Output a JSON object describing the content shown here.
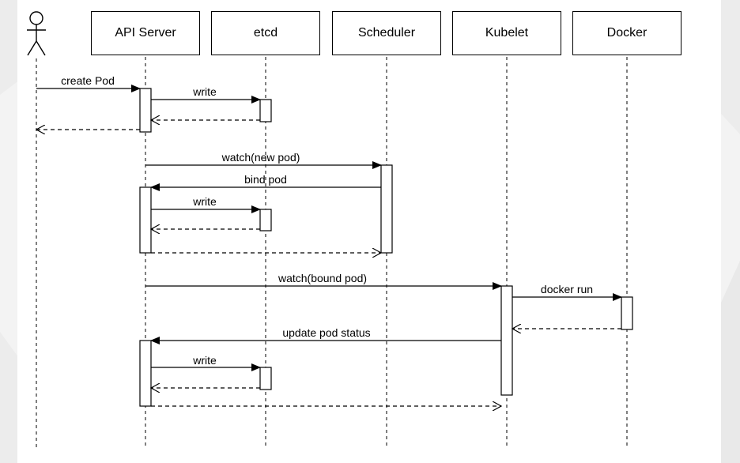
{
  "participants": [
    {
      "id": "user",
      "label": ""
    },
    {
      "id": "api",
      "label": "API Server"
    },
    {
      "id": "etcd",
      "label": "etcd"
    },
    {
      "id": "scheduler",
      "label": "Scheduler"
    },
    {
      "id": "kubelet",
      "label": "Kubelet"
    },
    {
      "id": "docker",
      "label": "Docker"
    }
  ],
  "messages": [
    {
      "from": "user",
      "to": "api",
      "label": "create Pod",
      "type": "sync"
    },
    {
      "from": "api",
      "to": "etcd",
      "label": "write",
      "type": "sync"
    },
    {
      "from": "etcd",
      "to": "api",
      "label": "",
      "type": "return"
    },
    {
      "from": "api",
      "to": "user",
      "label": "",
      "type": "return"
    },
    {
      "from": "api",
      "to": "scheduler",
      "label": "watch(new pod)",
      "type": "sync"
    },
    {
      "from": "scheduler",
      "to": "api",
      "label": "bind pod",
      "type": "sync"
    },
    {
      "from": "api",
      "to": "etcd",
      "label": "write",
      "type": "sync"
    },
    {
      "from": "etcd",
      "to": "api",
      "label": "",
      "type": "return"
    },
    {
      "from": "api",
      "to": "scheduler",
      "label": "",
      "type": "return"
    },
    {
      "from": "api",
      "to": "kubelet",
      "label": "watch(bound pod)",
      "type": "sync"
    },
    {
      "from": "kubelet",
      "to": "docker",
      "label": "docker run",
      "type": "sync"
    },
    {
      "from": "docker",
      "to": "kubelet",
      "label": "",
      "type": "return"
    },
    {
      "from": "kubelet",
      "to": "api",
      "label": "update pod status",
      "type": "sync"
    },
    {
      "from": "api",
      "to": "etcd",
      "label": "write",
      "type": "sync"
    },
    {
      "from": "etcd",
      "to": "api",
      "label": "",
      "type": "return"
    },
    {
      "from": "api",
      "to": "kubelet",
      "label": "",
      "type": "return"
    }
  ],
  "colors": {
    "line": "#000000",
    "background": "#f3f3f3",
    "panel": "#ffffff"
  }
}
